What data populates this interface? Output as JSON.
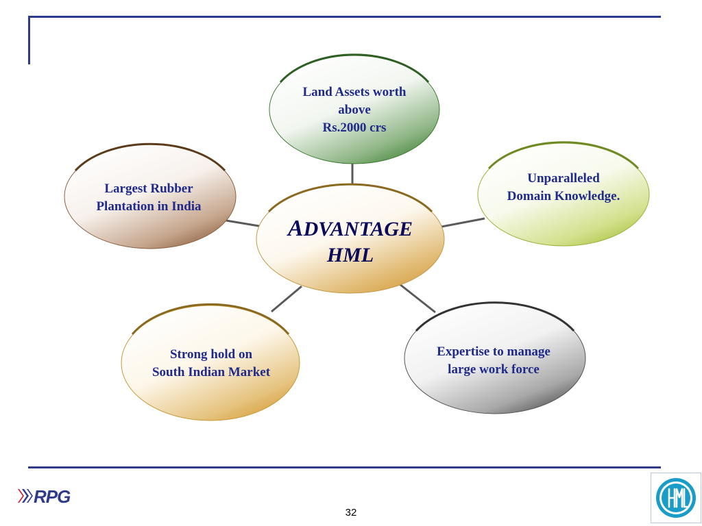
{
  "center": {
    "line1_initial": "A",
    "line1_rest": "DVANTAGE",
    "line2": "HML"
  },
  "nodes": [
    {
      "id": "land-assets",
      "lines": [
        "Land Assets worth",
        "above",
        "Rs.2000 crs"
      ],
      "color": "#4a8a3c"
    },
    {
      "id": "domain-knowledge",
      "lines": [
        "Unparalleled",
        "Domain Knowledge."
      ],
      "color": "#a8c040"
    },
    {
      "id": "work-force",
      "lines": [
        "Expertise to manage",
        "large work force"
      ],
      "color": "#555555"
    },
    {
      "id": "south-indian-market",
      "lines": [
        "Strong hold on",
        "South Indian Market"
      ],
      "color": "#d4a040"
    },
    {
      "id": "rubber-plantation",
      "lines": [
        "Largest Rubber",
        "Plantation in India"
      ],
      "color": "#8a6040"
    }
  ],
  "footer": {
    "page_number": "32",
    "left_logo_text": "RPG",
    "right_logo_text": "HML"
  }
}
